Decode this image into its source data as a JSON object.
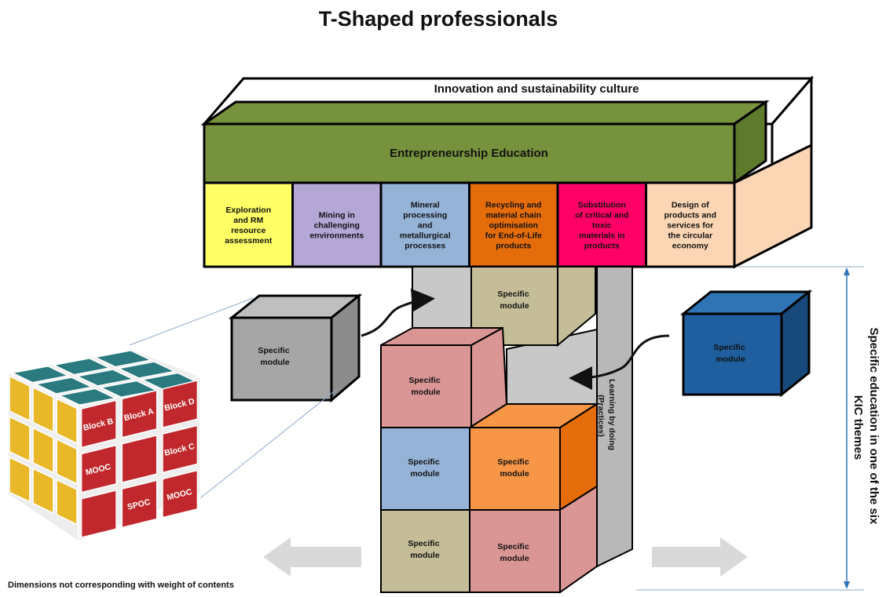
{
  "title": "T-Shaped professionals",
  "top_layer": "Innovation and sustainability culture",
  "entrepreneurship": "Entrepreneurship Education",
  "themes": [
    {
      "lines": [
        "Exploration",
        "and RM",
        "resource",
        "assessment"
      ],
      "color": "#ffff66"
    },
    {
      "lines": [
        "Mining in",
        "challenging",
        "environments"
      ],
      "color": "#b4a7d6"
    },
    {
      "lines": [
        "Mineral",
        "processing",
        "and",
        "metallurgical",
        "processes"
      ],
      "color": "#95b3d7"
    },
    {
      "lines": [
        "Recycling and",
        "material chain",
        "optimisation",
        "for End-of-Life",
        "products"
      ],
      "color": "#e46c0a"
    },
    {
      "lines": [
        "Substitution",
        "of critical and",
        "toxic",
        "materials in",
        "products"
      ],
      "color": "#ff0066"
    },
    {
      "lines": [
        "Design of",
        "products  and",
        "services for",
        "the circular",
        "economy"
      ],
      "color": "#fcd5b4"
    }
  ],
  "module_label": [
    "Specific",
    "module"
  ],
  "rubik_labels": [
    "Block B",
    "Block A",
    "Block D",
    "Block C",
    "MOOC",
    "SPOC",
    "MOOC"
  ],
  "learning_by_doing": [
    "Learning by doing",
    "(Practices)"
  ],
  "side_label": [
    "Specific education in one of the six",
    "KIC themes"
  ],
  "note": "Dimensions not corresponding with weight of contents",
  "colors": {
    "green": "#76923c",
    "grey_module": "#a6a6a6",
    "blue_module": "#1f5f9f",
    "pink": "#da9694",
    "tan": "#c4bd97",
    "orange": "#f79646",
    "light_blue": "#95b3d7",
    "rubik_red": "#c0282d",
    "rubik_yellow": "#e8b828",
    "rubik_teal": "#2a7a7f"
  }
}
